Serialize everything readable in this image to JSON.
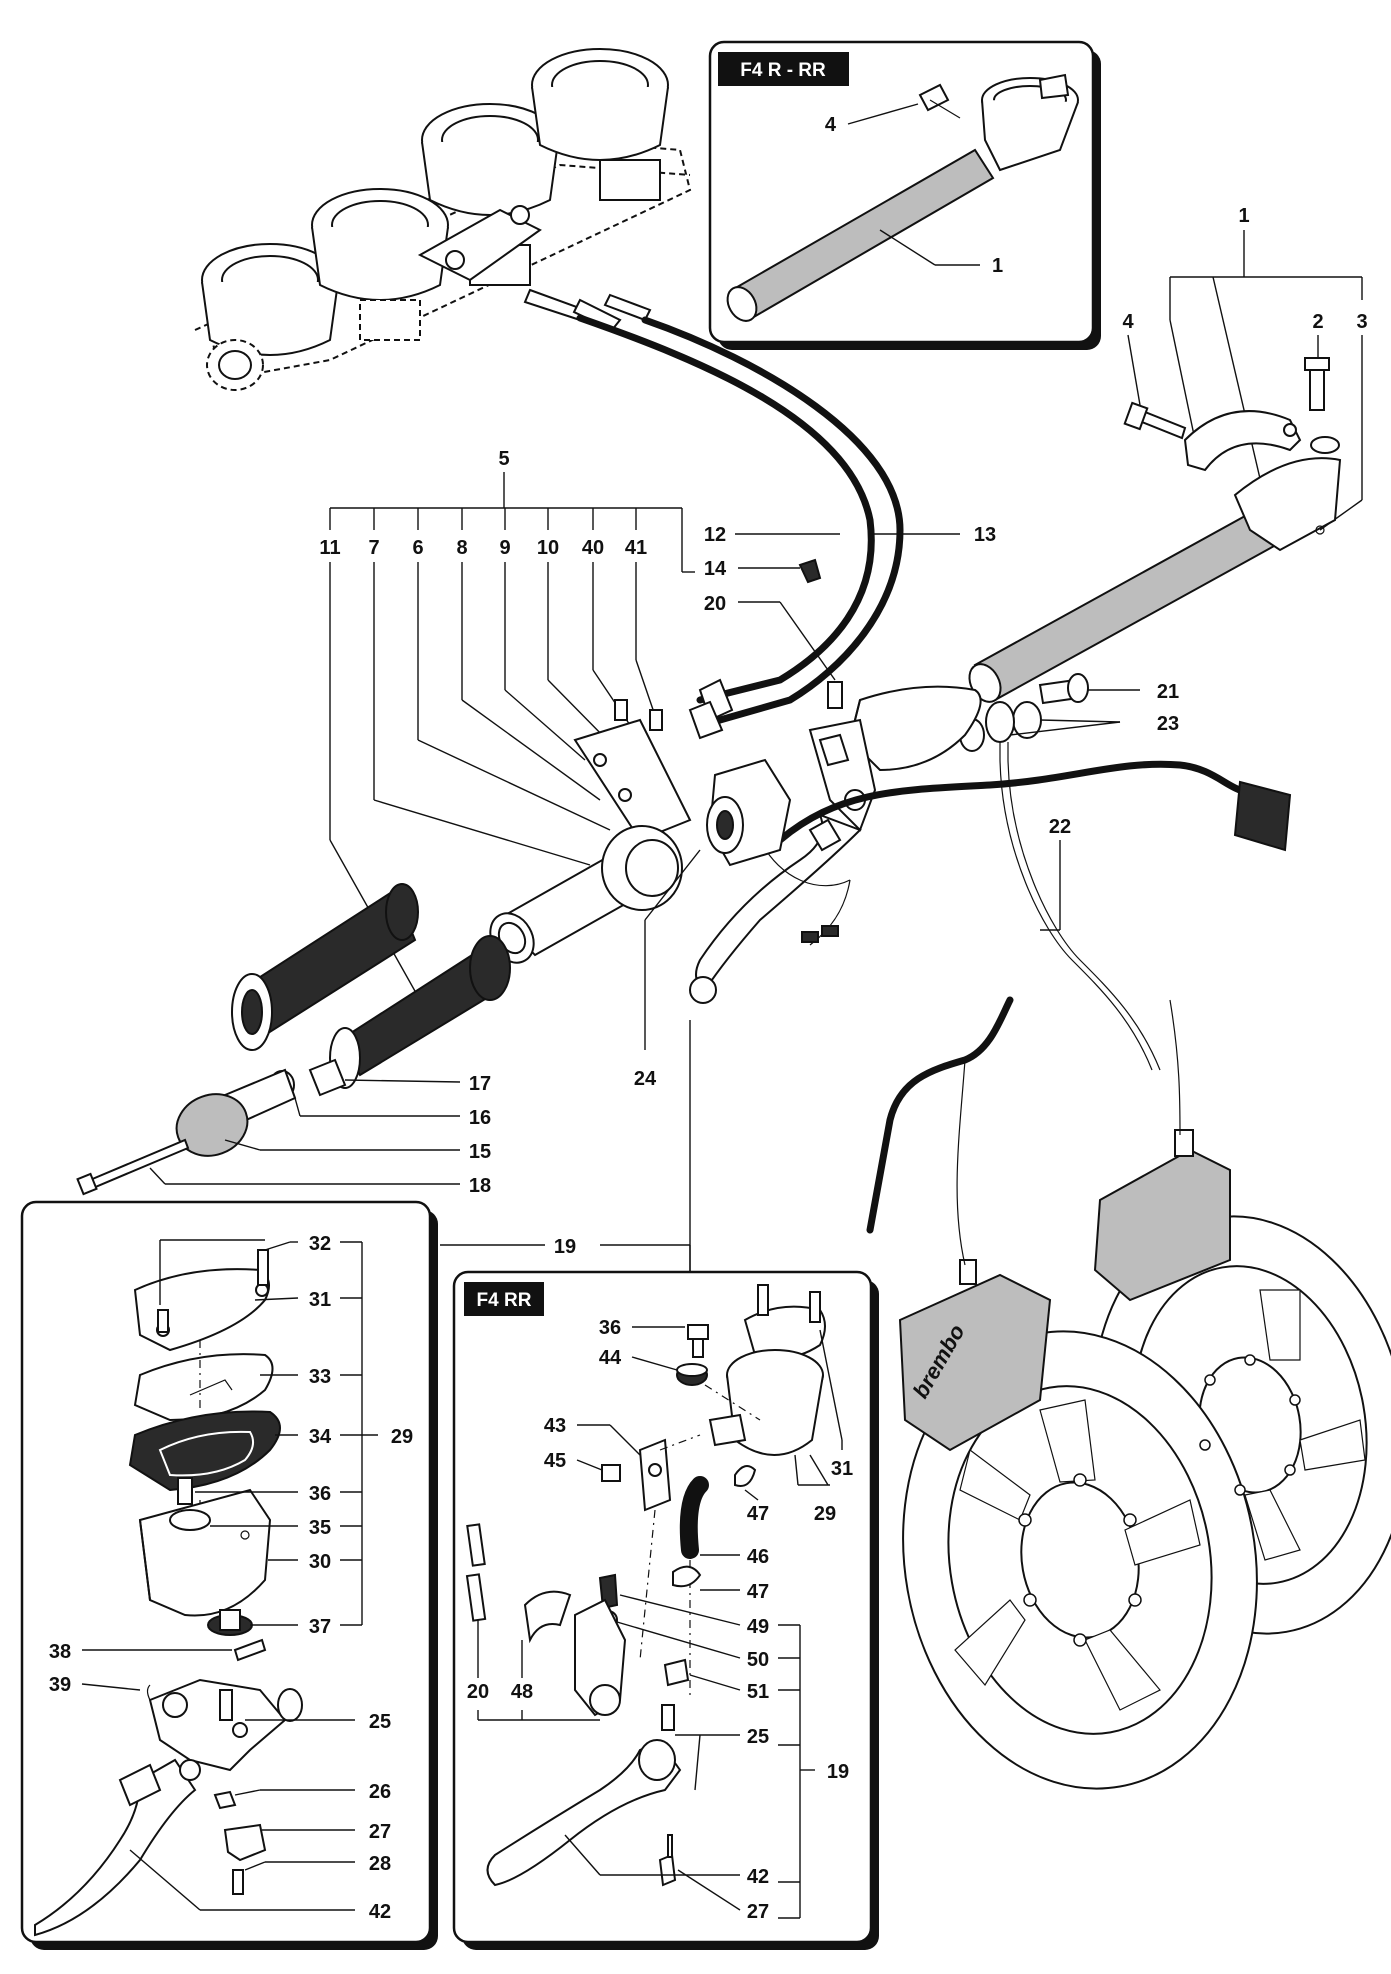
{
  "insets": {
    "top_right": {
      "label": "F4 R - RR"
    },
    "bottom_middle": {
      "label": "F4 RR"
    }
  },
  "callouts": {
    "inset_top": [
      "4",
      "1"
    ],
    "top_right_handlebar": [
      "1",
      "4",
      "2",
      "3"
    ],
    "main_left_group_parent": "5",
    "main_left_group": [
      "11",
      "7",
      "6",
      "8",
      "9",
      "10",
      "40",
      "41"
    ],
    "main_center": [
      "12",
      "13",
      "14",
      "20",
      "21",
      "23",
      "24",
      "22"
    ],
    "grip_parts": [
      "17",
      "16",
      "15",
      "18"
    ],
    "shared": [
      "19"
    ],
    "left_panel": [
      "32",
      "31",
      "33",
      "34",
      "29",
      "36",
      "35",
      "30",
      "37",
      "38",
      "39",
      "25",
      "26",
      "27",
      "28",
      "42"
    ],
    "middle_panel": [
      "36",
      "44",
      "31",
      "43",
      "45",
      "29",
      "47",
      "46",
      "47",
      "49",
      "50",
      "51",
      "20",
      "48",
      "25",
      "19",
      "42",
      "27"
    ]
  },
  "brand_marking": "brembo"
}
